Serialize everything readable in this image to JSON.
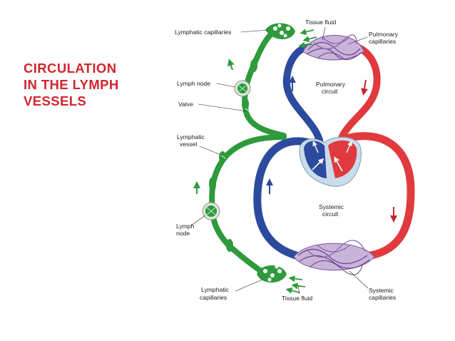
{
  "slide": {
    "title_lines": [
      "CIRCULATION",
      "IN THE LYMPH",
      "VESSELS"
    ]
  },
  "diagram": {
    "labels": {
      "lymphatic_capillaries_top": "Lymphatic capillaries",
      "tissue_fluid_top": "Tissue fluid",
      "pulmonary_capillaries_1": "Pulmonary",
      "pulmonary_capillaries_2": "capillaries",
      "lymph_node_top": "Lymph node",
      "valve": "Valve",
      "pulmonary_circuit_1": "Pulmonary",
      "pulmonary_circuit_2": "circuit",
      "lymphatic_vessel_1": "Lymphatic",
      "lymphatic_vessel_2": "vessel",
      "systemic_circuit_1": "Systemic",
      "systemic_circuit_2": "circuit",
      "lymph_node_bottom_1": "Lymph",
      "lymph_node_bottom_2": "node",
      "lymphatic_capillaries_bottom_1": "Lymphatic",
      "lymphatic_capillaries_bottom_2": "capillaries",
      "tissue_fluid_bottom": "Tissue fluid",
      "systemic_capillaries_1": "Systemic",
      "systemic_capillaries_2": "capillaries"
    },
    "colors": {
      "title": "#d0262e",
      "lymph": "#2e9a3c",
      "lymph_dark": "#1f7a2c",
      "oxygenated": "#e03a3e",
      "deoxygenated": "#2c4a9e",
      "heart_bg": "#c9dcea"
    }
  }
}
